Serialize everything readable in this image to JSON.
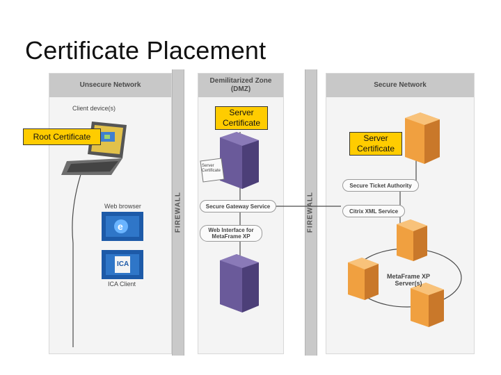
{
  "title": "Certificate Placement",
  "panels": {
    "unsecure": "Unsecure Network",
    "dmz": "Demilitarized Zone\n(DMZ)",
    "secure": "Secure Network"
  },
  "firewall_label": "FIREWALL",
  "labels": {
    "client_devices": "Client device(s)",
    "web_browser": "Web browser",
    "ica_client": "ICA Client",
    "ica_logo": "ICA",
    "server_cert_tag": "Server Certificate",
    "metaframe_servers": "MetaFrame XP Server(s)"
  },
  "services": {
    "secure_gateway": "Secure Gateway Service",
    "web_interface": "Web Interface for MetaFrame XP",
    "sta": "Secure Ticket Authority",
    "xml": "Citrix XML Service"
  },
  "callouts": {
    "root": "Root Certificate",
    "server_dmz": "Server Certificate",
    "server_secure": "Server Certificate"
  },
  "colors": {
    "server_purple": "#6a5a9a",
    "server_orange": "#f0a040",
    "callout_yellow": "#ffcc00",
    "browser_blue": "#1d5aa8"
  }
}
